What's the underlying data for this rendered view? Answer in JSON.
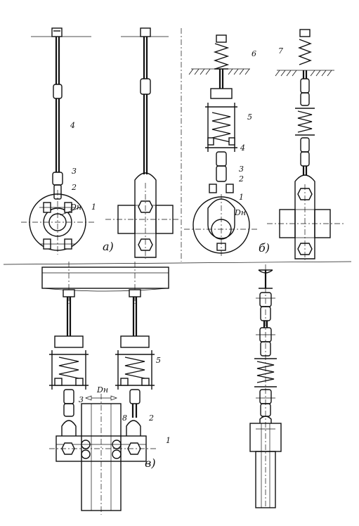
{
  "labels": {
    "a_rod": "4",
    "a_link": "3",
    "a_clamp": "2",
    "a_dn": "Dн",
    "a_pipe": "1",
    "b_spring_top": "6",
    "b_spring_top2": "7",
    "b_spring": "5",
    "b_rod": "4",
    "b_link": "3",
    "b_clamp": "2",
    "b_pipe": "1",
    "b_dn": "Dн",
    "v_spring": "5",
    "v_link_left": "3",
    "v_dn": "Dн",
    "v_link_right": "8",
    "v_clamp": "2",
    "v_pipe": "1"
  },
  "subfigures": {
    "a": "а)",
    "b": "б)",
    "v": "в)"
  }
}
